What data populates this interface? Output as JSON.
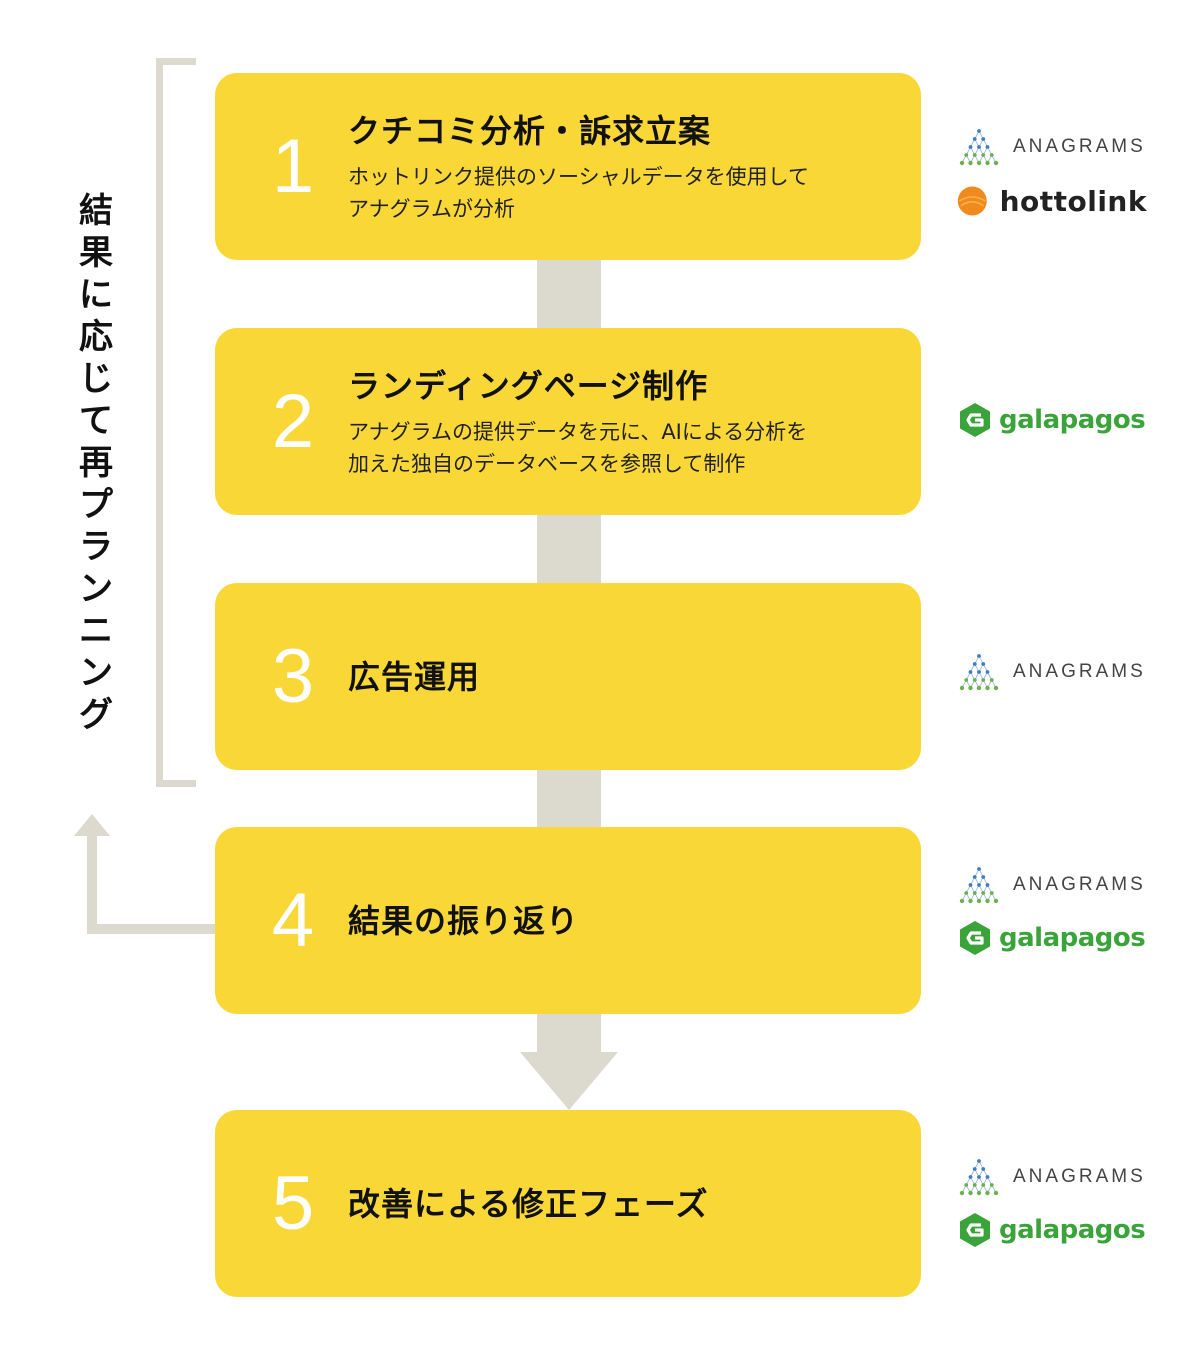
{
  "side_label": "結果に応じて再プランニング",
  "steps": [
    {
      "number": "1",
      "title": "クチコミ分析・訴求立案",
      "desc_line1": "ホットリンク提供のソーシャルデータを使用して",
      "desc_line2": "アナグラムが分析"
    },
    {
      "number": "2",
      "title": "ランディングページ制作",
      "desc_line1": "アナグラムの提供データを元に、AIによる分析を",
      "desc_line2": "加えた独自のデータベースを参照して制作"
    },
    {
      "number": "3",
      "title": "広告運用"
    },
    {
      "number": "4",
      "title": "結果の振り返り"
    },
    {
      "number": "5",
      "title": "改善による修正フェーズ"
    }
  ],
  "logos": {
    "anagrams": "ANAGRAMS",
    "hottolink": "hottolink",
    "galapagos": "galapagos"
  },
  "colors": {
    "card": "#f8d737",
    "connector": "#dcd9cf",
    "galapagos_green": "#3aa33a",
    "hottolink_orange": "#f08a1c",
    "anagrams_blue": "#3f7fc1",
    "anagrams_green": "#6ab04c"
  }
}
